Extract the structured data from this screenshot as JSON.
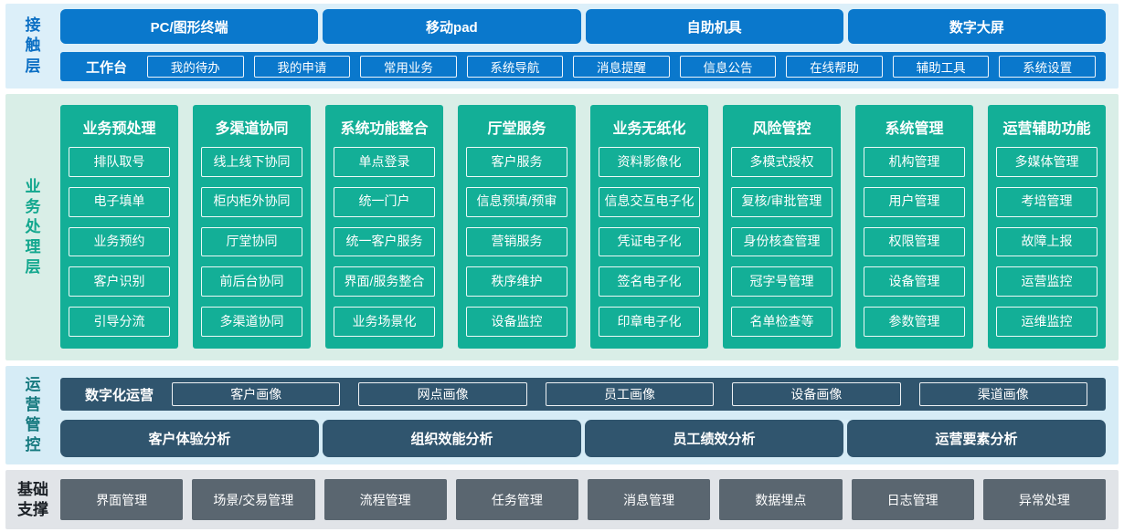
{
  "contact": {
    "label": "接触层",
    "terminals": [
      "PC/图形终端",
      "移动pad",
      "自助机具",
      "数字大屏"
    ],
    "workbench": {
      "label": "工作台",
      "items": [
        "我的待办",
        "我的申请",
        "常用业务",
        "系统导航",
        "消息提醒",
        "信息公告",
        "在线帮助",
        "辅助工具",
        "系统设置"
      ]
    }
  },
  "business": {
    "label": "业务处理层",
    "columns": [
      {
        "title": "业务预处理",
        "items": [
          "排队取号",
          "电子填单",
          "业务预约",
          "客户识别",
          "引导分流"
        ]
      },
      {
        "title": "多渠道协同",
        "items": [
          "线上线下协同",
          "柜内柜外协同",
          "厅堂协同",
          "前后台协同",
          "多渠道协同"
        ]
      },
      {
        "title": "系统功能整合",
        "items": [
          "单点登录",
          "统一门户",
          "统一客户服务",
          "界面/服务整合",
          "业务场景化"
        ]
      },
      {
        "title": "厅堂服务",
        "items": [
          "客户服务",
          "信息预填/预审",
          "营销服务",
          "秩序维护",
          "设备监控"
        ]
      },
      {
        "title": "业务无纸化",
        "items": [
          "资料影像化",
          "信息交互电子化",
          "凭证电子化",
          "签名电子化",
          "印章电子化"
        ]
      },
      {
        "title": "风险管控",
        "items": [
          "多模式授权",
          "复核/审批管理",
          "身份核查管理",
          "冠字号管理",
          "名单检查等"
        ]
      },
      {
        "title": "系统管理",
        "items": [
          "机构管理",
          "用户管理",
          "权限管理",
          "设备管理",
          "参数管理"
        ]
      },
      {
        "title": "运营辅助功能",
        "items": [
          "多媒体管理",
          "考培管理",
          "故障上报",
          "运营监控",
          "运维监控"
        ]
      }
    ]
  },
  "operations": {
    "label": "运营管控",
    "digital": {
      "label": "数字化运营",
      "items": [
        "客户画像",
        "网点画像",
        "员工画像",
        "设备画像",
        "渠道画像"
      ]
    },
    "analysis": [
      "客户体验分析",
      "组织效能分析",
      "员工绩效分析",
      "运营要素分析"
    ]
  },
  "foundation": {
    "label": "基础支撑",
    "items": [
      "界面管理",
      "场景/交易管理",
      "流程管理",
      "任务管理",
      "消息管理",
      "数据埋点",
      "日志管理",
      "异常处理"
    ]
  },
  "colors": {
    "primary_blue": "#0a78cc",
    "light_blue_bg": "#dceff9",
    "teal_green": "#13af97",
    "light_green_bg": "#d9eee7",
    "dark_slate": "#30556e",
    "operations_bg": "#d6ecf6",
    "gray_slate": "#5a6670",
    "light_gray_bg": "#e1e4e8",
    "label_blue": "#0b6fc4",
    "label_green": "#12a78e",
    "label_teal": "#16797f",
    "label_dark": "#1b2026"
  }
}
